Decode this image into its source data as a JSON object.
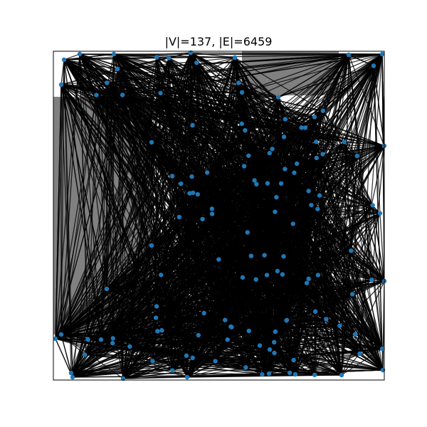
{
  "title": "|V|=137, |E|=6459",
  "colors": {
    "obstacle": "#808080",
    "edge": "#000000",
    "node": "#1f77b4",
    "frame": "#000000",
    "background": "#ffffff"
  },
  "graph": {
    "node_count": 137,
    "edge_count": 6459
  }
}
